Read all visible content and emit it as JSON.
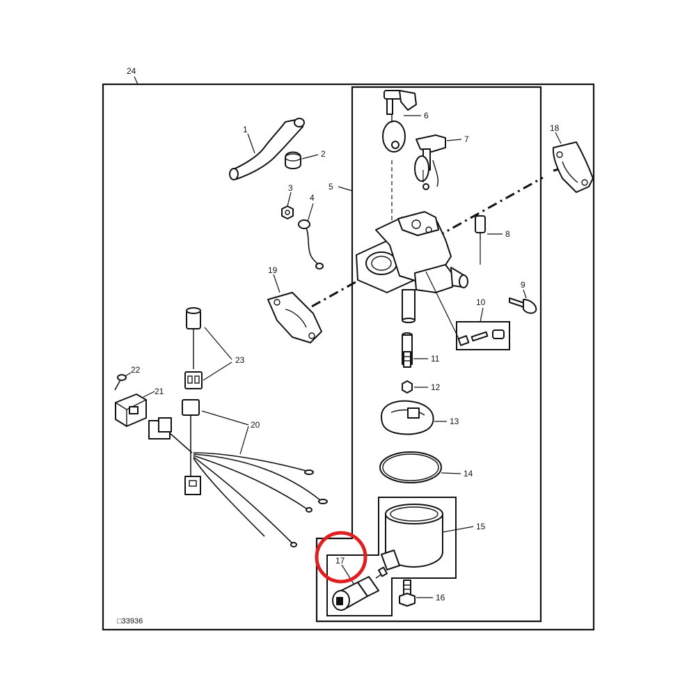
{
  "diagram": {
    "assembly_number": "24",
    "figure_code": "□33936",
    "highlight_color": "#e02020",
    "highlighted_part": "17",
    "callouts": {
      "p1": "1",
      "p2": "2",
      "p3": "3",
      "p4": "4",
      "p5": "5",
      "p6": "6",
      "p7": "7",
      "p8": "8",
      "p9": "9",
      "p10": "10",
      "p11": "11",
      "p12": "12",
      "p13": "13",
      "p14": "14",
      "p15": "15",
      "p16": "16",
      "p17": "17",
      "p18": "18",
      "p19": "19",
      "p20": "20",
      "p21": "21",
      "p22": "22",
      "p23": "23"
    }
  }
}
